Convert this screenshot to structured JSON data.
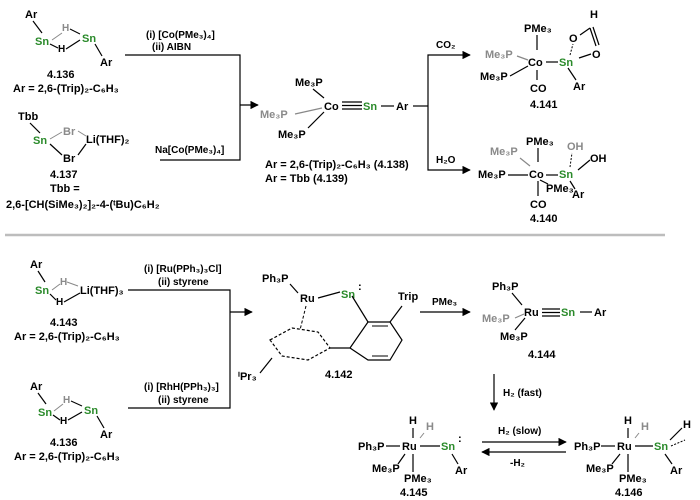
{
  "colors": {
    "tin": "#2a8a2a",
    "ghost": "#8a8a8a",
    "divider": "#bdbdbd",
    "ink": "#000000"
  },
  "top": {
    "c136": {
      "ar": "Ar",
      "ar2": "Ar",
      "sn": "Sn",
      "sn2": "Sn",
      "h1": "H",
      "h2": "H",
      "num": "4.136",
      "def": "Ar = 2,6-(Trip)₂-C₆H₃"
    },
    "c137": {
      "tbb": "Tbb",
      "sn": "Sn",
      "br1": "Br",
      "br2": "Br",
      "li": "Li(THF)₂",
      "num": "4.137",
      "tbbline": "Tbb =",
      "def": "2,6-[CH(SiMe₃)₂]₂-4-(ᵗBu)C₆H₂"
    },
    "reag1": {
      "i": "(i) [Co(PMe₃)₄]",
      "ii": "(ii) AIBN"
    },
    "reag2": "Na[Co(PMe₃)₄]",
    "co_sn": {
      "p1": "Me₃P",
      "p2": "Me₃P",
      "p3": "Me₃P",
      "co": "Co",
      "sn": "Sn",
      "ar": "Ar",
      "def1": "Ar = 2,6-(Trip)₂-C₆H₃ (4.138)",
      "def2": "Ar = Tbb (4.139)"
    },
    "co2": "CO₂",
    "h2o": "H₂O",
    "c141": {
      "pme3": "PMe₃",
      "p2": "Me₃P",
      "p3": "Me₃P",
      "co": "Co",
      "sn": "Sn",
      "o1": "O",
      "o2": "O",
      "h": "H",
      "ar": "Ar",
      "coligand": "CO",
      "num": "4.141"
    },
    "c140": {
      "pme3": "PMe₃",
      "p2": "Me₃P",
      "p3": "Me₃P",
      "pme3b": "PMe₃",
      "co": "Co",
      "sn": "Sn",
      "oh1": "OH",
      "oh2": "OH",
      "ar": "Ar",
      "coligand": "CO",
      "num": "4.140"
    }
  },
  "bottom": {
    "c143": {
      "ar": "Ar",
      "sn": "Sn",
      "h1": "H",
      "h2": "H",
      "li": "Li(THF)₃",
      "num": "4.143",
      "def": "Ar = 2,6-(Trip)₂-C₆H₃"
    },
    "c136b": {
      "ar": "Ar",
      "ar2": "Ar",
      "sn": "Sn",
      "sn2": "Sn",
      "h1": "H",
      "h2": "H",
      "num": "4.136",
      "def": "Ar = 2,6-(Trip)₂-C₆H₃"
    },
    "reag3": {
      "i": "(i) [Ru(PPh₃)₃Cl]",
      "ii": "(ii) styrene"
    },
    "reag4": {
      "i": "(i) [RhH(PPh₃)₃]",
      "ii": "(ii) styrene"
    },
    "c142": {
      "pph3": "Ph₃P",
      "ru": "Ru",
      "sn": "Sn",
      "trip": "Trip",
      "ipr": "ⁱPr₃",
      "num": "4.142"
    },
    "pme3": "PMe₃",
    "c144": {
      "pph3": "Ph₃P",
      "p2": "Me₃P",
      "p3": "Me₃P",
      "ru": "Ru",
      "sn": "Sn",
      "ar": "Ar",
      "num": "4.144"
    },
    "h2fast": "H₂ (fast)",
    "h2slow": "H₂ (slow)",
    "minush2": "-H₂",
    "c145": {
      "h1": "H",
      "h2": "H",
      "pph3": "Ph₃P",
      "ru": "Ru",
      "sn": "Sn",
      "me3p": "Me₃P",
      "pme3": "PMe₃",
      "ar": "Ar",
      "num": "4.145"
    },
    "c146": {
      "h1": "H",
      "h2": "H",
      "h3": "H",
      "pph3": "Ph₃P",
      "ru": "Ru",
      "sn": "Sn",
      "me3p": "Me₃P",
      "pme3": "PMe₃",
      "ar": "Ar",
      "num": "4.146"
    }
  }
}
